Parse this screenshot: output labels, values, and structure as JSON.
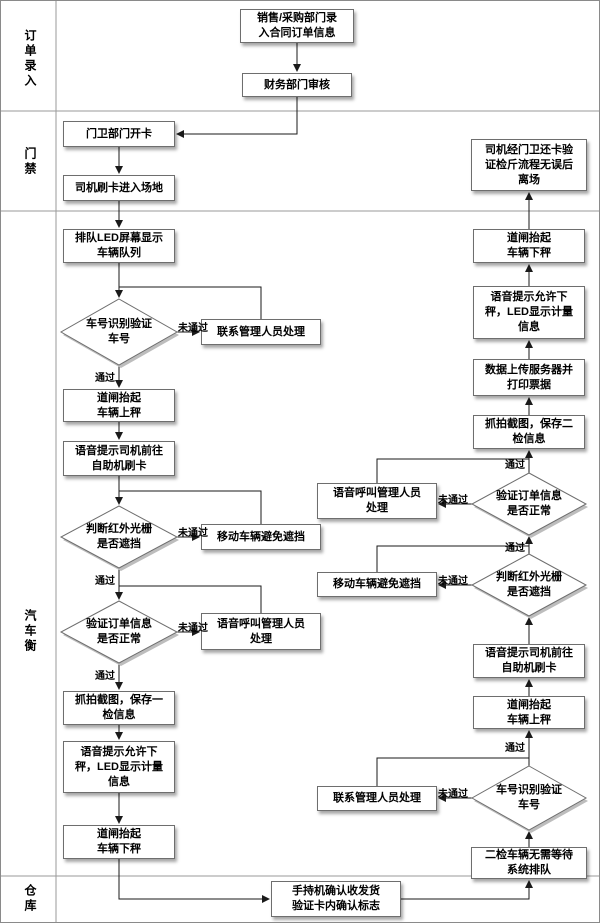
{
  "lanes": {
    "order_entry": "订单录入",
    "access": "门禁",
    "truck_scale": "汽车衡",
    "warehouse": "仓库"
  },
  "edge_labels": {
    "pass": "通过",
    "fail": "未通过"
  },
  "nodes": {
    "sales_entry": "销售/采购部门录\n入合同订单信息",
    "finance_review": "财务部门审核",
    "guard_issue_card": "门卫部门开卡",
    "driver_swipe_enter": "司机刷卡进入场地",
    "led_queue": "排队LED屏幕显示\n车辆队列",
    "plate_check_1": "车号识别验证\n车号",
    "contact_admin_1": "联系管理人员处理",
    "gate_up_on_1": "道闸抬起\n车辆上秤",
    "voice_swipe_1": "语音提示司机前往\n自助机刷卡",
    "ir_check_1": "判断红外光栅\n是否遮挡",
    "move_vehicle_1": "移动车辆避免遮挡",
    "order_check_1": "验证订单信息\n是否正常",
    "voice_call_admin_1": "语音呼叫管理人员\n处理",
    "capture_1": "抓拍截图，保存一\n检信息",
    "voice_allow_off_1": "语音提示允许下\n秤，LED显示计量\n信息",
    "gate_down_1": "道闸抬起\n车辆下秤",
    "handheld_confirm": "手持机确认收发货\n验证卡内确认标志",
    "second_no_wait": "二检车辆无需等待\n系统排队",
    "plate_check_2": "车号识别验证\n车号",
    "contact_admin_2": "联系管理人员处理",
    "gate_up_on_2": "道闸抬起\n车辆上秤",
    "voice_swipe_2": "语音提示司机前往\n自助机刷卡",
    "ir_check_2": "判断红外光栅\n是否遮挡",
    "move_vehicle_2": "移动车辆避免遮挡",
    "order_check_2": "验证订单信息\n是否正常",
    "voice_call_admin_2": "语音呼叫管理人员\n处理",
    "capture_2": "抓拍截图，保存二\n检信息",
    "upload_print": "数据上传服务器并\n打印票据",
    "voice_allow_off_2": "语音提示允许下\n秤，LED显示计量\n信息",
    "gate_down_2": "道闸抬起\n车辆下秤",
    "driver_leave": "司机经门卫还卡验\n证检斤流程无误后\n离场"
  }
}
